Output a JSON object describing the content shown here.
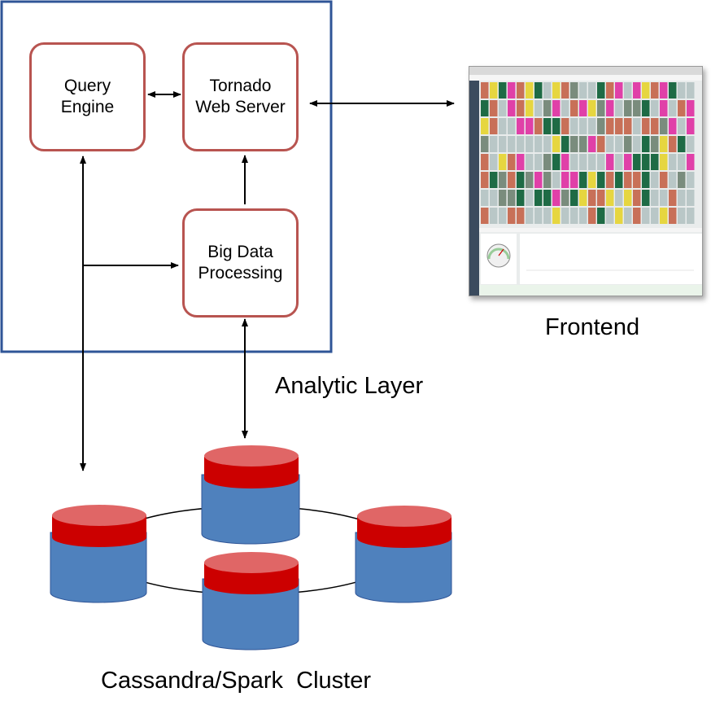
{
  "analytic_layer": {
    "label": "Analytic Layer",
    "nodes": {
      "query_engine": "Query\nEngine",
      "tornado_web_server": "Tornado\nWeb Server",
      "big_data_processing": "Big Data\nProcessing"
    }
  },
  "frontend": {
    "label": "Frontend"
  },
  "cluster": {
    "label": "Cassandra/Spark  Cluster"
  },
  "colors": {
    "layer_border": "#2f5597",
    "node_border": "#b85450",
    "db_body": "#4f81bd",
    "db_cap": "#cc0000",
    "db_cap_top": "#e06666",
    "arrow": "#000000"
  }
}
